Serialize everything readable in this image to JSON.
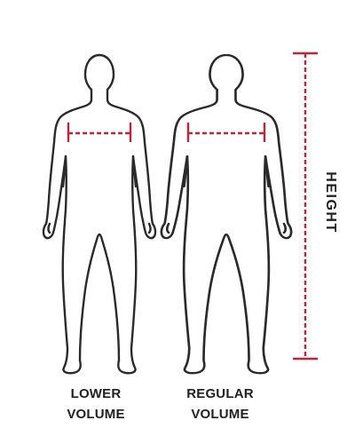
{
  "figures": [
    {
      "id": "lower",
      "label_line1": "LOWER",
      "label_line2": "VOLUME"
    },
    {
      "id": "regular",
      "label_line1": "REGULAR",
      "label_line2": "VOLUME"
    }
  ],
  "height_label": "HEIGHT",
  "colors": {
    "outline": "#2a2a2a",
    "measure": "#c0243a",
    "text": "#1f1f1f",
    "background": "#ffffff"
  }
}
